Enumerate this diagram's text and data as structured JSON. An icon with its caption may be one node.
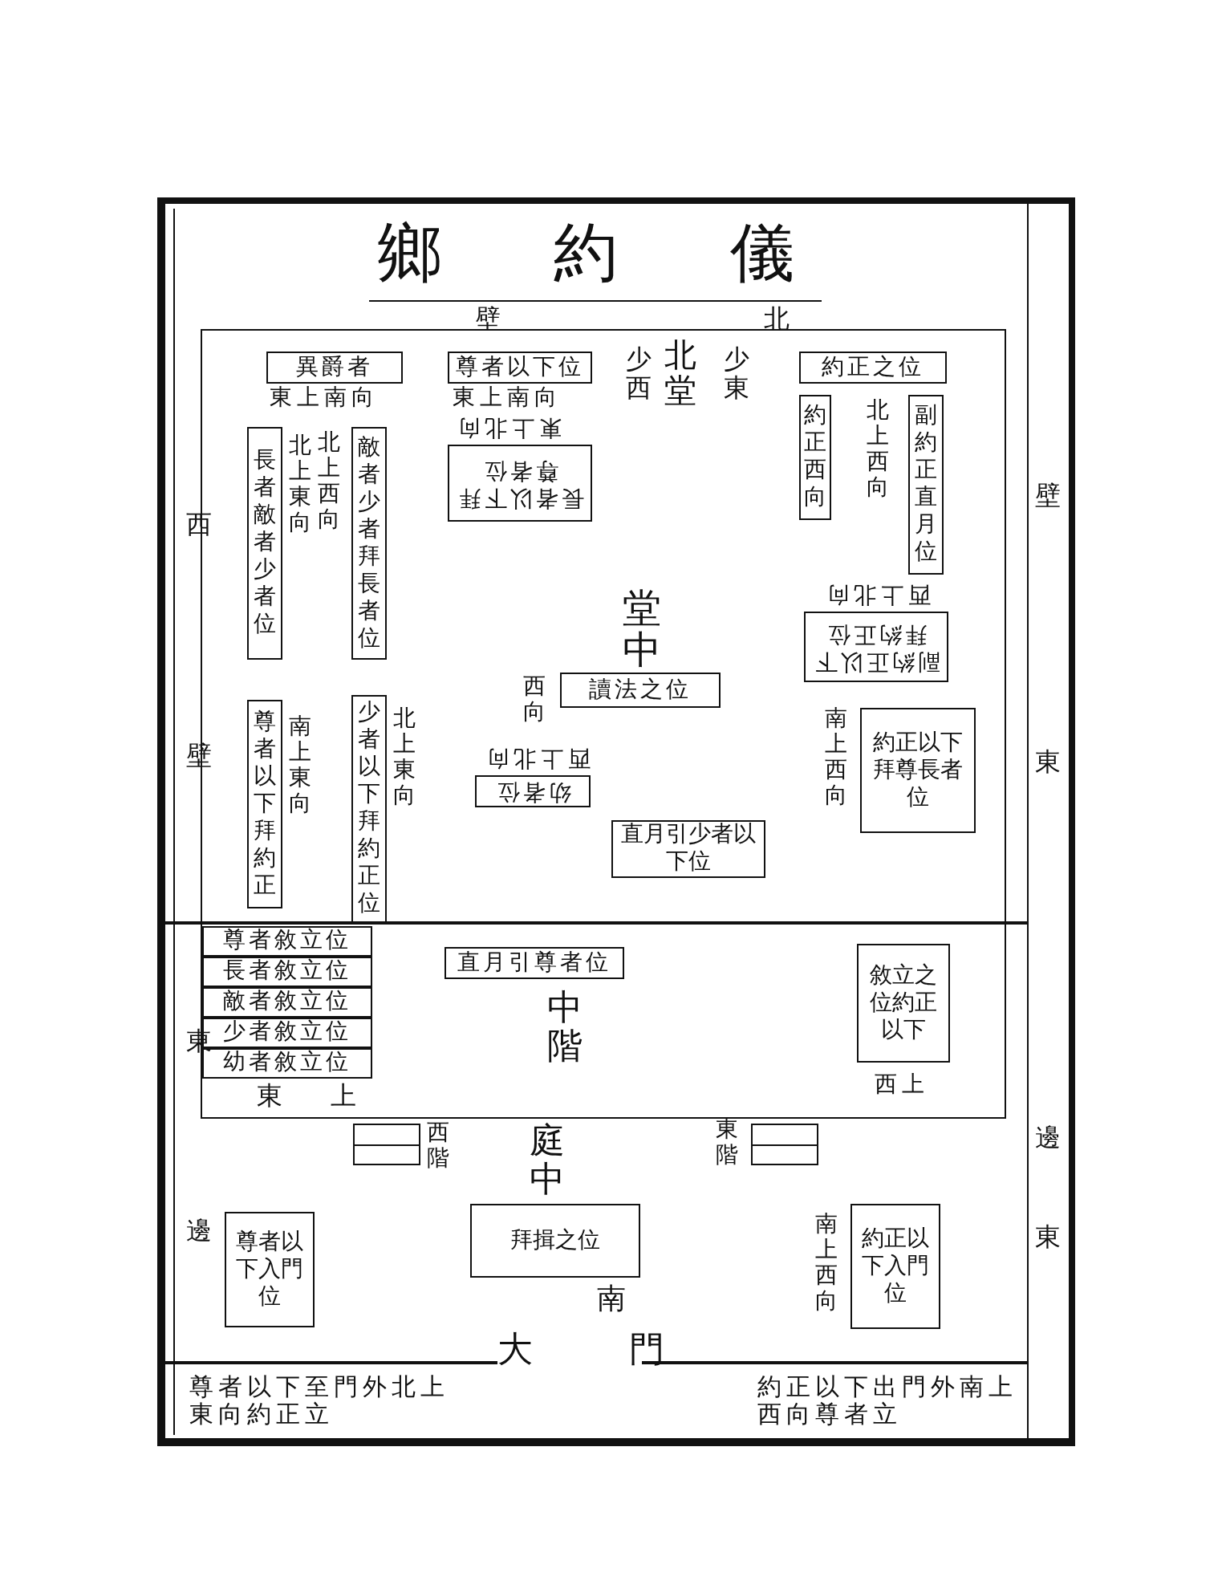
{
  "diagram": {
    "title": "鄉約儀",
    "nodes": [
      {
        "text": [
          "堂中"
        ]
      },
      {
        "text": [
          "異爵者"
        ],
        "in": 0,
        "beside": [
          "東上南向"
        ]
      },
      {
        "text": [
          "尊者以下位"
        ],
        "in": 0,
        "beside": [
          "東上南向"
        ]
      },
      {
        "text": [
          "長者以下拜尊者位"
        ],
        "in": 0,
        "beside": [
          "東上北向"
        ]
      },
      {
        "text": [
          "約正之位"
        ],
        "in": 0
      },
      {
        "text": [
          "約正西向"
        ],
        "in": 0
      },
      {
        "text": [
          "副約正直月位"
        ],
        "in": 0,
        "beside": [
          "北上西向"
        ]
      },
      {
        "text": [
          "副約正以下拜約正位"
        ],
        "in": 0,
        "beside": [
          "西上北向"
        ]
      },
      {
        "text": [
          "長者敵者少者位"
        ],
        "in": 0,
        "beside": [
          "北上東向"
        ]
      },
      {
        "text": [
          "敵者少者拜長者位"
        ],
        "in": 0,
        "beside": [
          "北上西向"
        ]
      },
      {
        "text": [
          "讀法之位"
        ],
        "in": 0,
        "beside": [
          "西向"
        ]
      },
      {
        "text": [
          "約正以下拜尊長者位"
        ],
        "in": 0,
        "beside": [
          "南上西向"
        ]
      },
      {
        "text": [
          "尊者以下拜約正"
        ],
        "in": 0,
        "beside": [
          "南上東向"
        ]
      },
      {
        "text": [
          "少者以下拜約正位"
        ],
        "in": 0,
        "beside": [
          "北上東向"
        ]
      },
      {
        "text": [
          "幼者位"
        ],
        "in": 0,
        "beside": [
          "西上北向"
        ]
      },
      {
        "text": [
          "直月引少者以下位"
        ],
        "in": 0
      },
      {
        "text": [
          "中階"
        ]
      },
      {
        "text": [
          "直月引尊者位"
        ],
        "in": 16
      },
      {
        "text": [
          "尊者敘立位"
        ],
        "in": 16
      },
      {
        "text": [
          "長者敘立位"
        ],
        "in": 16
      },
      {
        "text": [
          "敵者敘立位"
        ],
        "in": 16
      },
      {
        "text": [
          "少者敘立位"
        ],
        "in": 16
      },
      {
        "text": [
          "幼者敘立位"
        ],
        "in": 16
      },
      {
        "text": [
          "敘立之位約正以下"
        ],
        "in": 16,
        "beside": [
          "西上"
        ]
      },
      {
        "text": [],
        "shape": "box",
        "beside": [
          "西階"
        ]
      },
      {
        "text": [],
        "shape": "box",
        "beside": [
          "東階"
        ]
      },
      {
        "text": [
          "拜揖之位"
        ]
      },
      {
        "text": [
          "尊者以下入門位"
        ]
      },
      {
        "text": [
          "約正以下入門位"
        ],
        "beside": [
          "南上西向"
        ]
      }
    ],
    "labels": [
      "壁",
      "北",
      "少西",
      "北堂",
      "少東",
      "西",
      "壁",
      "東",
      "邊",
      "壁",
      "東",
      "邊",
      "東",
      "東上",
      "庭中",
      "南",
      "大門",
      "尊者以下至門外北上東向約正立",
      "約正以下出門外南上西向尊者立"
    ]
  }
}
